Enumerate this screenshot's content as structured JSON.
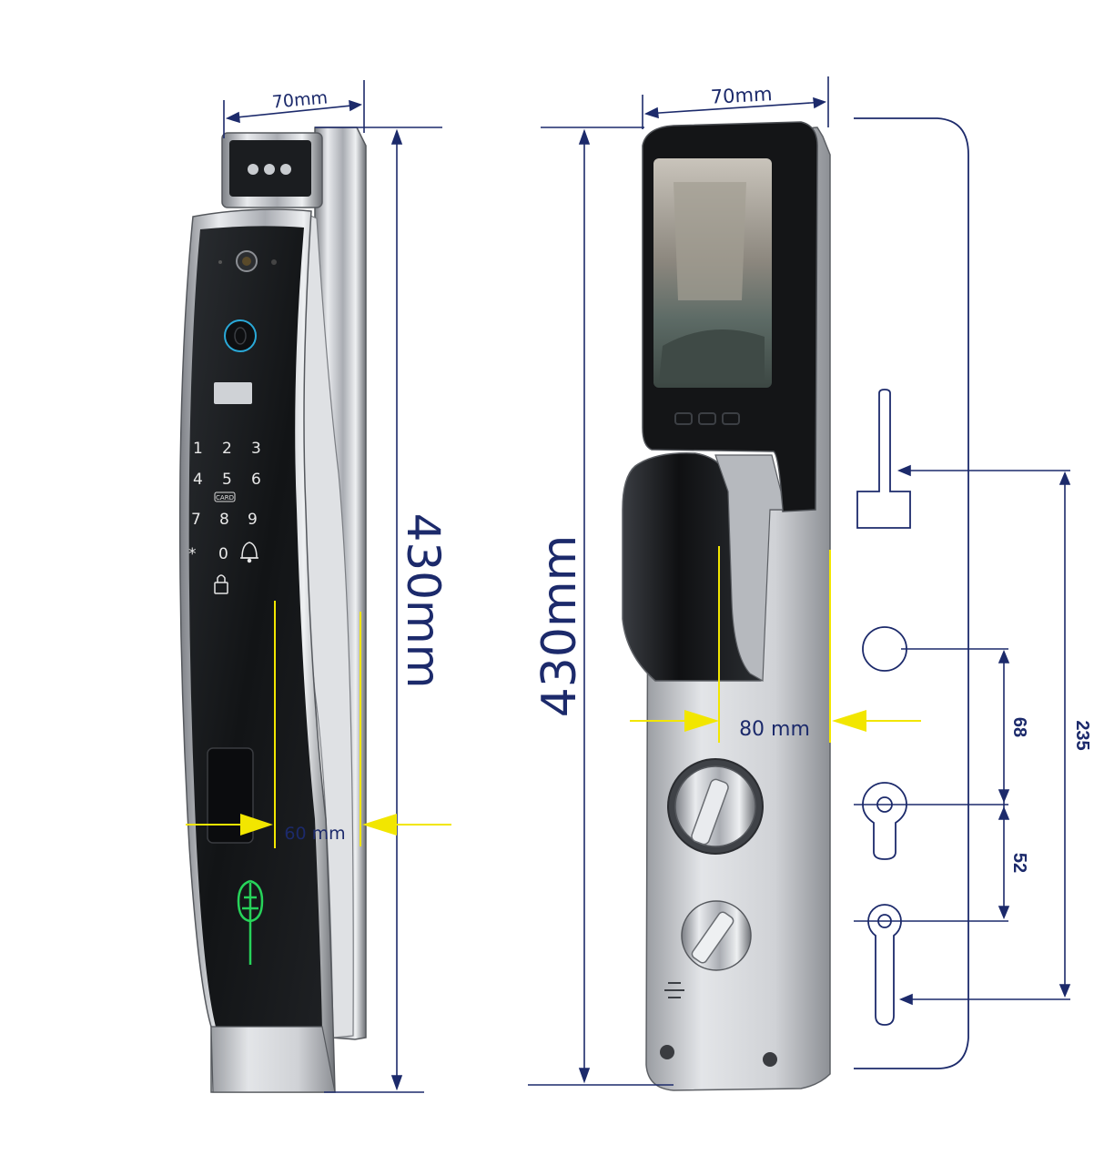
{
  "dimensions": {
    "front_width": "70mm",
    "front_height": "430mm",
    "front_handle_depth": "60 mm",
    "back_width": "70mm",
    "back_height": "430mm",
    "back_handle_depth": "80 mm",
    "hole_spacing_upper": "68",
    "hole_spacing_lower": "52",
    "hole_spacing_total": "235"
  },
  "keypad": {
    "keys": [
      "1",
      "2",
      "3",
      "4",
      "5",
      "6",
      "7",
      "8",
      "9",
      "*",
      "0"
    ],
    "card_label": "CARD"
  },
  "colors": {
    "dimension_line": "#1c2a6b",
    "indicator_arrow": "#f2e600",
    "panel_black": "#16181b",
    "metal": "#b9bcc1",
    "leaf_green": "#27d35a",
    "fingerprint_blue": "#2aa9d8"
  },
  "icons": {
    "bell": "bell-icon",
    "lock": "lock-icon",
    "fingerprint": "fingerprint-icon",
    "camera": "camera-icon"
  }
}
